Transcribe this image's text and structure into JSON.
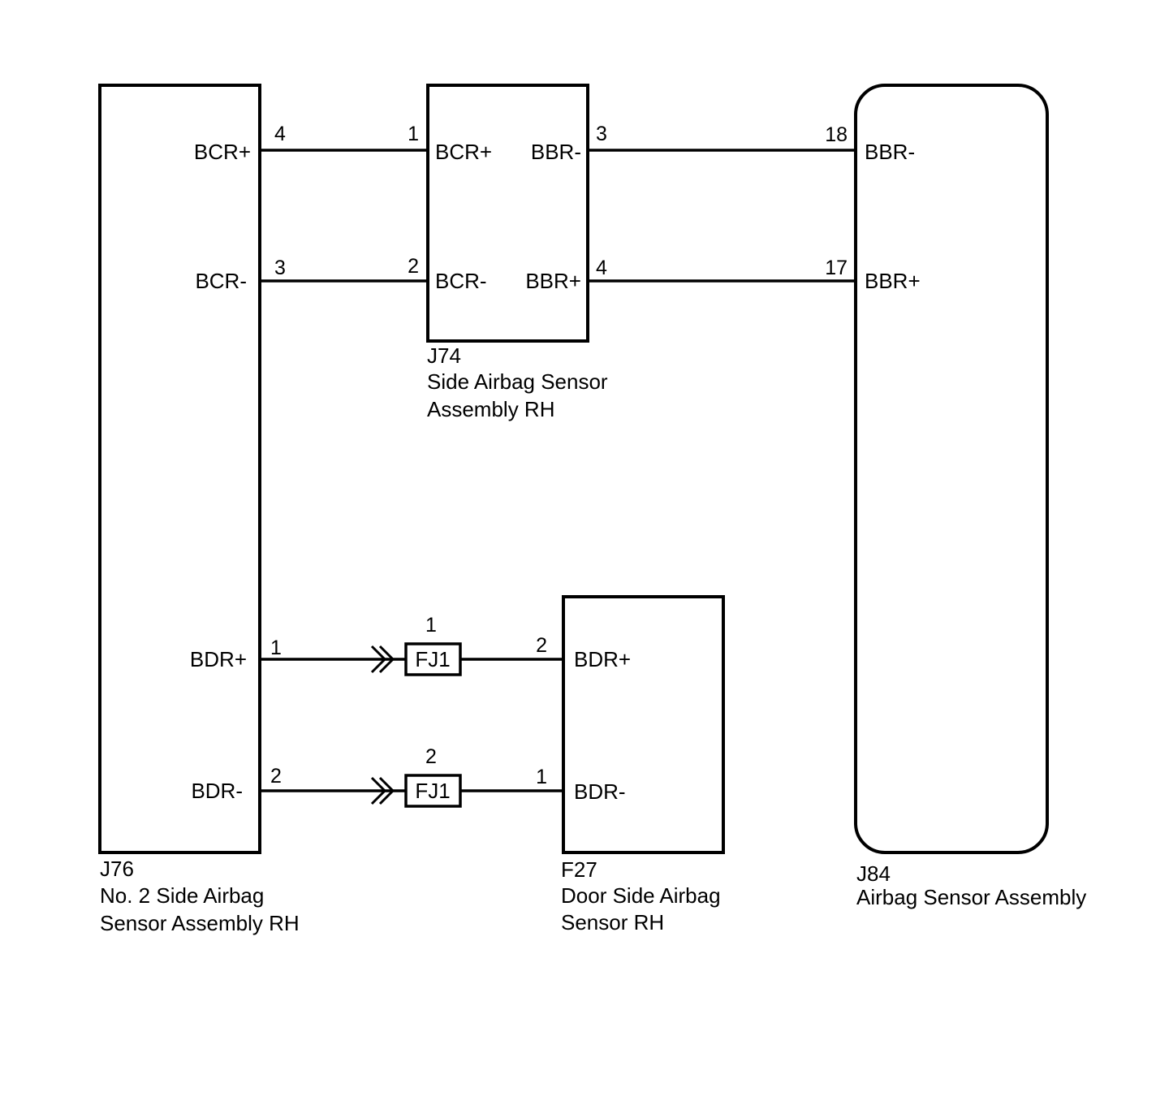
{
  "components": {
    "j76": {
      "code": "J76",
      "name_line1": "No. 2 Side Airbag",
      "name_line2": "Sensor Assembly RH",
      "sig_bcr_pos": "BCR+",
      "sig_bcr_neg": "BCR-",
      "sig_bdr_pos": "BDR+",
      "sig_bdr_neg": "BDR-"
    },
    "j74": {
      "code": "J74",
      "name_line1": "Side Airbag Sensor",
      "name_line2": "Assembly RH",
      "sig_bcr_pos": "BCR+",
      "sig_bcr_neg": "BCR-",
      "sig_bbr_neg": "BBR-",
      "sig_bbr_pos": "BBR+"
    },
    "j84": {
      "code": "J84",
      "name_line1": "Airbag Sensor Assembly",
      "sig_bbr_neg": "BBR-",
      "sig_bbr_pos": "BBR+"
    },
    "f27": {
      "code": "F27",
      "name_line1": "Door Side Airbag",
      "name_line2": "Sensor RH",
      "sig_bdr_pos": "BDR+",
      "sig_bdr_neg": "BDR-"
    }
  },
  "connectors": {
    "fj1_top": {
      "label": "FJ1",
      "pin": "1"
    },
    "fj1_bottom": {
      "label": "FJ1",
      "pin": "2"
    }
  },
  "pins": {
    "j76_bcr_pos": "4",
    "j74_bcr_pos": "1",
    "j76_bcr_neg": "3",
    "j74_bcr_neg": "2",
    "j74_bbr_neg": "3",
    "j84_bbr_neg": "18",
    "j74_bbr_pos": "4",
    "j84_bbr_pos": "17",
    "j76_bdr_pos": "1",
    "f27_bdr_pos": "2",
    "j76_bdr_neg": "2",
    "f27_bdr_neg": "1"
  }
}
